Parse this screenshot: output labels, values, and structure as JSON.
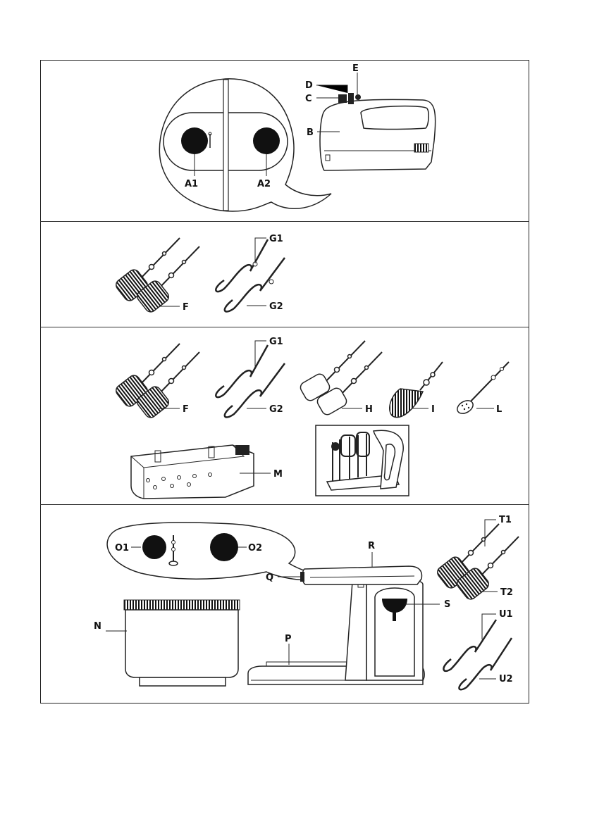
{
  "panel1": {
    "labels": {
      "a1": "A1",
      "a2": "A2",
      "b": "B",
      "c": "C",
      "d": "D",
      "e": "E"
    }
  },
  "panel2": {
    "labels": {
      "f": "F",
      "g1": "G1",
      "g2": "G2"
    }
  },
  "panel3": {
    "labels": {
      "f": "F",
      "g1": "G1",
      "g2": "G2",
      "h": "H",
      "i": "I",
      "l": "L",
      "m": "M"
    }
  },
  "panel4": {
    "labels": {
      "o1": "O1",
      "o2": "O2",
      "r": "R",
      "q": "Q",
      "s": "S",
      "n": "N",
      "p": "P",
      "t1": "T1",
      "t2": "T2",
      "u1": "U1",
      "u2": "U2"
    }
  }
}
